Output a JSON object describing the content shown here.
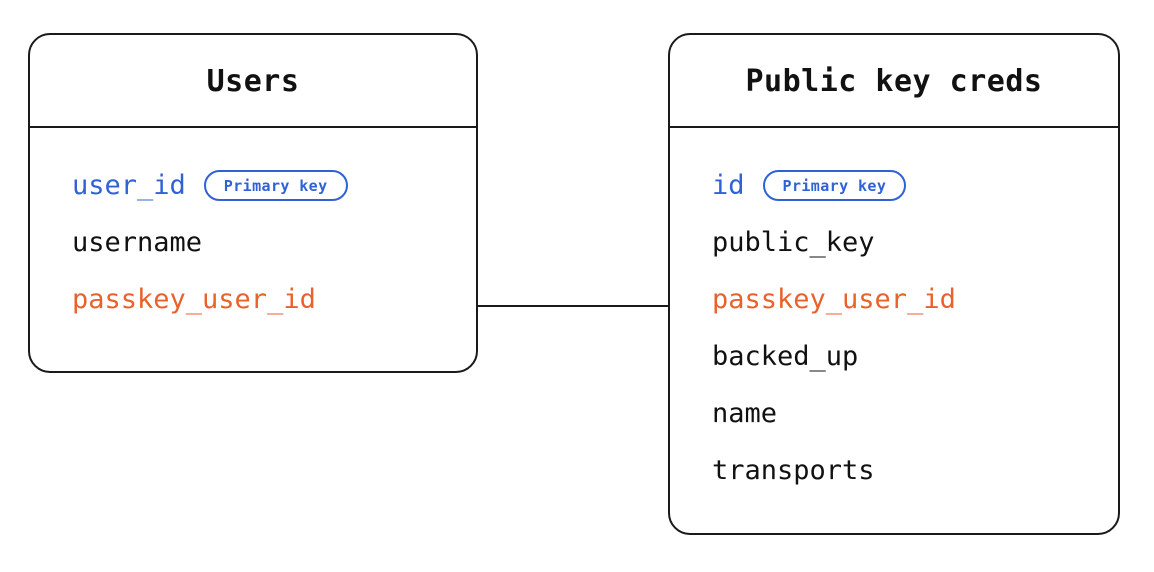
{
  "diagram": {
    "type": "entity-relationship-diagram",
    "background_color": "#ffffff",
    "border_color": "#1a1a1a",
    "primary_key_color": "#2F62D6",
    "foreign_key_color": "#E8622C",
    "text_color": "#111111"
  },
  "badges": {
    "primary_key_label": "Primary key"
  },
  "entities": [
    {
      "id": "users",
      "title": "Users",
      "fields": [
        {
          "name": "user_id",
          "role": "primary",
          "badge": "Primary key"
        },
        {
          "name": "username",
          "role": "plain",
          "badge": null
        },
        {
          "name": "passkey_user_id",
          "role": "foreign",
          "badge": null
        }
      ]
    },
    {
      "id": "public_key_creds",
      "title": "Public key creds",
      "fields": [
        {
          "name": "id",
          "role": "primary",
          "badge": "Primary key"
        },
        {
          "name": "public_key",
          "role": "plain",
          "badge": null
        },
        {
          "name": "passkey_user_id",
          "role": "foreign",
          "badge": null
        },
        {
          "name": "backed_up",
          "role": "plain",
          "badge": null
        },
        {
          "name": "name",
          "role": "plain",
          "badge": null
        },
        {
          "name": "transports",
          "role": "plain",
          "badge": null
        }
      ]
    }
  ],
  "relationships": [
    {
      "from_entity": "users",
      "from_field": "passkey_user_id",
      "to_entity": "public_key_creds",
      "to_field": "passkey_user_id"
    }
  ]
}
